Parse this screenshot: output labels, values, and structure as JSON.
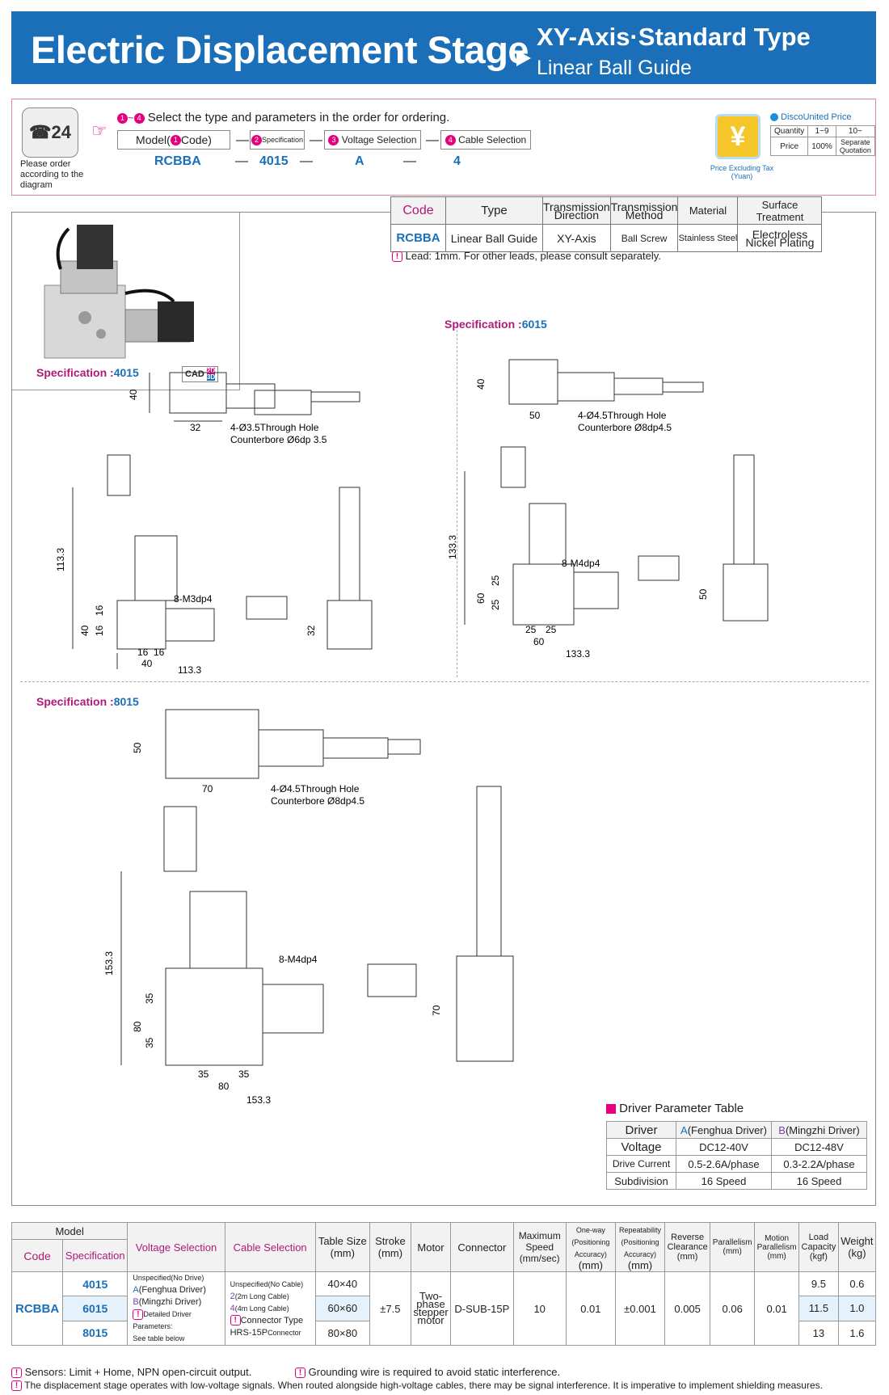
{
  "header": {
    "title": "Electric Displacement Stage",
    "subtitle1": "XY-Axis·Standard Type",
    "subtitle2": "Linear Ball Guide"
  },
  "order": {
    "phone_label": "24",
    "note": "Please order according to the diagram",
    "steps_prefix": "1~4",
    "instruction": "Select the type and parameters in the order for ordering.",
    "model_label": "Model(",
    "code_label": "Code)",
    "spec_label": "Specification",
    "voltage_label": "Voltage Selection",
    "cable_label": "Cable Selection",
    "dash": "—",
    "code": "RCBBA",
    "spec": "4015",
    "voltage": "A",
    "cable": "4",
    "num1": "1",
    "num2": "2",
    "num3": "3",
    "num4": "4"
  },
  "price": {
    "title": "DiscoUnited Price",
    "quantity_label": "Quantity",
    "price_label": "Price",
    "q1": "1~9",
    "q2": "10~",
    "p1": "100%",
    "p2": "Separate Quotation",
    "tax_note": "Price Excluding Tax (Yuan)",
    "yen": "¥"
  },
  "type_table": {
    "headers": [
      "Code",
      "Type",
      "Transmission Direction",
      "Transmission Method",
      "Material",
      "Surface Treatment"
    ],
    "row": [
      "RCBBA",
      "Linear Ball Guide",
      "XY-Axis",
      "Ball Screw",
      "Stainless Steel",
      "Electroless Nickel Plating"
    ]
  },
  "lead_note": "Lead: 1mm. For other leads, please consult separately.",
  "cad": {
    "label": "CAD",
    "d2": "2D",
    "d3": "3D"
  },
  "specs": {
    "s4015": {
      "title": "Specification :",
      "code": "4015",
      "hole": "4-Ø3.5Through Hole",
      "counterbore": "Counterbore Ø6dp 3.5",
      "tap": "8-M3dp4",
      "d40": "40",
      "d32": "32",
      "d113": "113.3",
      "d16": "16",
      "d40b": "40",
      "d32s": "32"
    },
    "s6015": {
      "title": "Specification :",
      "code": "6015",
      "hole": "4-Ø4.5Through Hole",
      "counterbore": "Counterbore Ø8dp4.5",
      "tap": "8-M4dp4",
      "d40": "40",
      "d50": "50",
      "d133": "133.3",
      "d25": "25",
      "d60": "60",
      "d50s": "50"
    },
    "s8015": {
      "title": "Specification :",
      "code": "8015",
      "hole": "4-Ø4.5Through Hole",
      "counterbore": "Counterbore Ø8dp4.5",
      "tap": "8-M4dp4",
      "d50": "50",
      "d70": "70",
      "d153": "153.3",
      "d35": "35",
      "d80": "80",
      "d70s": "70"
    }
  },
  "driver_table": {
    "title": "Driver Parameter Table",
    "headers": [
      "Driver",
      "A",
      "(Fenghua Driver)",
      "B",
      "(Mingzhi Driver)"
    ],
    "rows": [
      [
        "Voltage",
        "DC12-40V",
        "DC12-48V"
      ],
      [
        "Drive Current",
        "0.5-2.6A/phase",
        "0.3-2.2A/phase"
      ],
      [
        "Subdivision",
        "16 Speed",
        "16 Speed"
      ]
    ]
  },
  "spec_table": {
    "h_model": "Model",
    "h_code": "Code",
    "h_spec": "Specification",
    "h_voltage": "Voltage Selection",
    "h_cable": "Cable Selection",
    "h_table": "Table Size",
    "h_table_u": "(mm)",
    "h_stroke": "Stroke",
    "h_stroke_u": "(mm)",
    "h_motor": "Motor",
    "h_connector": "Connector",
    "h_speed": "Maximum Speed",
    "h_speed_u": "(mm/sec)",
    "h_oneway": "One-way (Positioning Accuracy)",
    "h_oneway_u": "(mm)",
    "h_repeat": "Repeatability (Positioning Accuracy)",
    "h_repeat_u": "(mm)",
    "h_reverse": "Reverse Clearance",
    "h_reverse_u": "(mm)",
    "h_parallel": "Parallelism",
    "h_parallel_u": "(mm)",
    "h_motion": "Motion Parallelism",
    "h_motion_u": "(mm)",
    "h_load": "Load Capacity",
    "h_load_u": "(kgf)",
    "h_weight": "Weight",
    "h_weight_u": "(kg)",
    "code": "RCBBA",
    "specs": [
      "4015",
      "6015",
      "8015"
    ],
    "voltage": [
      "Unspecified(No Drive)",
      "A",
      "(Fenghua Driver)",
      "B",
      "(Mingzhi Driver)",
      "Detailed Driver Parameters:",
      "See table below"
    ],
    "cable": [
      "Unspecified(No Cable)",
      "2",
      "(2m Long Cable)",
      "4",
      "(4m Long Cable)",
      "Connector Type",
      "HRS-15P",
      "Connector"
    ],
    "sizes": [
      "40×40",
      "60×60",
      "80×80"
    ],
    "stroke": "±7.5",
    "motor": "Two-phase stepper motor",
    "connector": "D-SUB-15P",
    "speed": "10",
    "oneway": "0.01",
    "repeat": "±0.001",
    "reverse": "0.005",
    "parallel": "0.06",
    "motion": "0.01",
    "load": [
      "9.5",
      "11.5",
      "13"
    ],
    "weight": [
      "0.6",
      "1.0",
      "1.6"
    ]
  },
  "notes": {
    "n1": "Sensors: Limit + Home, NPN open-circuit output.",
    "n2": "Grounding wire is required to avoid static interference.",
    "n3": "The displacement stage operates with low-voltage signals. When routed alongside high-voltage cables, there may be signal interference. It is imperative to implement shielding measures."
  }
}
